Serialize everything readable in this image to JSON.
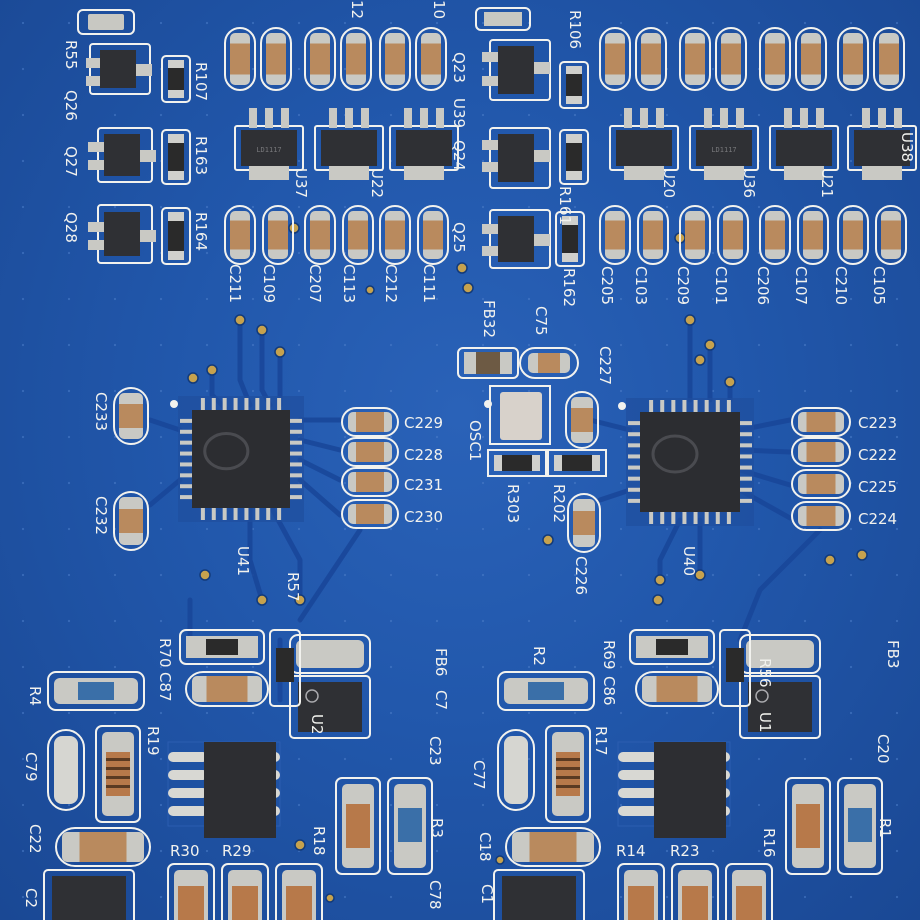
{
  "board": {
    "colors": {
      "solder_mask": "#2157ab",
      "trace": "#1b4e9e",
      "silkscreen": "#f2f2ee",
      "pad": "#c9c9c4",
      "ic_body": "#2f3034",
      "cap_body": "#b98a5e"
    },
    "top_chip_markings": [
      "LD1117"
    ]
  },
  "labels": [
    {
      "id": "r55",
      "text": "R55"
    },
    {
      "id": "q26",
      "text": "Q26"
    },
    {
      "id": "r107",
      "text": "R107"
    },
    {
      "id": "q27",
      "text": "Q27"
    },
    {
      "id": "r163",
      "text": "R163"
    },
    {
      "id": "q28",
      "text": "Q28"
    },
    {
      "id": "r164",
      "text": "R164"
    },
    {
      "id": "top12",
      "text": "12"
    },
    {
      "id": "top10",
      "text": "10"
    },
    {
      "id": "q23",
      "text": "Q23"
    },
    {
      "id": "u39",
      "text": "U39"
    },
    {
      "id": "r106",
      "text": "R106"
    },
    {
      "id": "q24",
      "text": "Q24"
    },
    {
      "id": "r161",
      "text": "R161"
    },
    {
      "id": "q25",
      "text": "Q25"
    },
    {
      "id": "r162",
      "text": "R162"
    },
    {
      "id": "u37",
      "text": "U37"
    },
    {
      "id": "u22",
      "text": "U22"
    },
    {
      "id": "u20",
      "text": "U20"
    },
    {
      "id": "u36",
      "text": "U36"
    },
    {
      "id": "u21",
      "text": "U21"
    },
    {
      "id": "u38",
      "text": "U38"
    },
    {
      "id": "c211",
      "text": "C211"
    },
    {
      "id": "c109",
      "text": "C109"
    },
    {
      "id": "c207",
      "text": "C207"
    },
    {
      "id": "c113",
      "text": "C113"
    },
    {
      "id": "c212",
      "text": "C212"
    },
    {
      "id": "c111",
      "text": "C111"
    },
    {
      "id": "c205",
      "text": "C205"
    },
    {
      "id": "c103",
      "text": "C103"
    },
    {
      "id": "c209",
      "text": "C209"
    },
    {
      "id": "c101",
      "text": "C101"
    },
    {
      "id": "c206",
      "text": "C206"
    },
    {
      "id": "c107",
      "text": "C107"
    },
    {
      "id": "c210",
      "text": "C210"
    },
    {
      "id": "c105",
      "text": "C105"
    },
    {
      "id": "fb32",
      "text": "FB32"
    },
    {
      "id": "c75",
      "text": "C75"
    },
    {
      "id": "c227",
      "text": "C227"
    },
    {
      "id": "c233",
      "text": "C233"
    },
    {
      "id": "c232",
      "text": "C232"
    },
    {
      "id": "c229",
      "text": "C229"
    },
    {
      "id": "c228",
      "text": "C228"
    },
    {
      "id": "c231",
      "text": "C231"
    },
    {
      "id": "c230",
      "text": "C230"
    },
    {
      "id": "osc1",
      "text": "OSC1"
    },
    {
      "id": "r303",
      "text": "R303"
    },
    {
      "id": "r202",
      "text": "R202"
    },
    {
      "id": "c223",
      "text": "C223"
    },
    {
      "id": "c222",
      "text": "C222"
    },
    {
      "id": "c225",
      "text": "C225"
    },
    {
      "id": "c224",
      "text": "C224"
    },
    {
      "id": "u41",
      "text": "U41"
    },
    {
      "id": "r57",
      "text": "R57"
    },
    {
      "id": "c226",
      "text": "C226"
    },
    {
      "id": "u40",
      "text": "U40"
    },
    {
      "id": "r70",
      "text": "R70"
    },
    {
      "id": "c87",
      "text": "C87"
    },
    {
      "id": "fb6",
      "text": "FB6"
    },
    {
      "id": "c7",
      "text": "C7"
    },
    {
      "id": "r4",
      "text": "R4"
    },
    {
      "id": "u2",
      "text": "U2"
    },
    {
      "id": "r19",
      "text": "R19"
    },
    {
      "id": "c23",
      "text": "C23"
    },
    {
      "id": "c79",
      "text": "C79"
    },
    {
      "id": "r2",
      "text": "R2"
    },
    {
      "id": "r69",
      "text": "R69"
    },
    {
      "id": "c86",
      "text": "C86"
    },
    {
      "id": "r56",
      "text": "R56"
    },
    {
      "id": "fb3",
      "text": "FB3"
    },
    {
      "id": "u1",
      "text": "U1"
    },
    {
      "id": "r17",
      "text": "R17"
    },
    {
      "id": "c77",
      "text": "C77"
    },
    {
      "id": "c20",
      "text": "C20"
    },
    {
      "id": "c22",
      "text": "C22"
    },
    {
      "id": "r3",
      "text": "R3"
    },
    {
      "id": "r18",
      "text": "R18"
    },
    {
      "id": "r30",
      "text": "R30"
    },
    {
      "id": "r29",
      "text": "R29"
    },
    {
      "id": "c78",
      "text": "C78"
    },
    {
      "id": "c18",
      "text": "C18"
    },
    {
      "id": "r16",
      "text": "R16"
    },
    {
      "id": "r1",
      "text": "R1"
    },
    {
      "id": "r14",
      "text": "R14"
    },
    {
      "id": "r23",
      "text": "R23"
    },
    {
      "id": "c1",
      "text": "C1"
    },
    {
      "id": "c2",
      "text": "C2"
    }
  ]
}
